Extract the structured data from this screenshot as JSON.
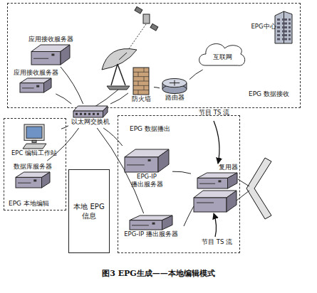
{
  "diagram": {
    "caption": "图3 EPG生成——本地编辑模式",
    "nodes": [
      {
        "text": [
          "EPG 数据接收"
        ]
      },
      {
        "text": [
          "应用接收服务器"
        ],
        "in": 0
      },
      {
        "text": [
          "应用接收服务器"
        ],
        "in": 0
      },
      {
        "text": [
          "防火墙"
        ],
        "in": 0
      },
      {
        "text": [
          "路由器"
        ],
        "in": 0
      },
      {
        "text": [
          "互联网"
        ],
        "in": 0
      },
      {
        "text": [
          "EPG中心"
        ],
        "in": 0
      },
      {
        "text": [
          "以太网交换机"
        ]
      },
      {
        "text": [
          "EPG 本地编辑"
        ]
      },
      {
        "text": [
          "EPC 编辑工作站"
        ],
        "in": 8
      },
      {
        "text": [
          "数据库服务器"
        ],
        "in": 8
      },
      {
        "text": [
          "本地 EPG 信息"
        ]
      },
      {
        "text": [
          "EPG 数据播出"
        ]
      },
      {
        "text": [
          "EPG-IP 播出服务器"
        ],
        "in": 12
      },
      {
        "text": [
          "复用器"
        ],
        "in": 12
      },
      {
        "text": [
          "EPG-IP 播出服务器"
        ],
        "in": 12
      }
    ],
    "edges": [
      {
        "from": 1,
        "to": 7,
        "arrow": "none"
      },
      {
        "from": 2,
        "to": 7,
        "arrow": "none"
      },
      {
        "from": 3,
        "to": 7,
        "arrow": "none"
      },
      {
        "from": 3,
        "to": 4,
        "arrow": "none"
      },
      {
        "from": 4,
        "to": 5,
        "arrow": "none"
      },
      {
        "from": 5,
        "to": 6,
        "arrow": "none"
      },
      {
        "from": 7,
        "to": 9,
        "arrow": "none"
      },
      {
        "from": 7,
        "to": 10,
        "arrow": "none"
      },
      {
        "from": 7,
        "to": 13,
        "arrow": "none"
      },
      {
        "from": 7,
        "to": 15,
        "arrow": "none"
      },
      {
        "from": 13,
        "to": 14,
        "arrow": "none"
      }
    ],
    "labels": [
      "节目 TS 流",
      "节目 TS 流"
    ]
  }
}
